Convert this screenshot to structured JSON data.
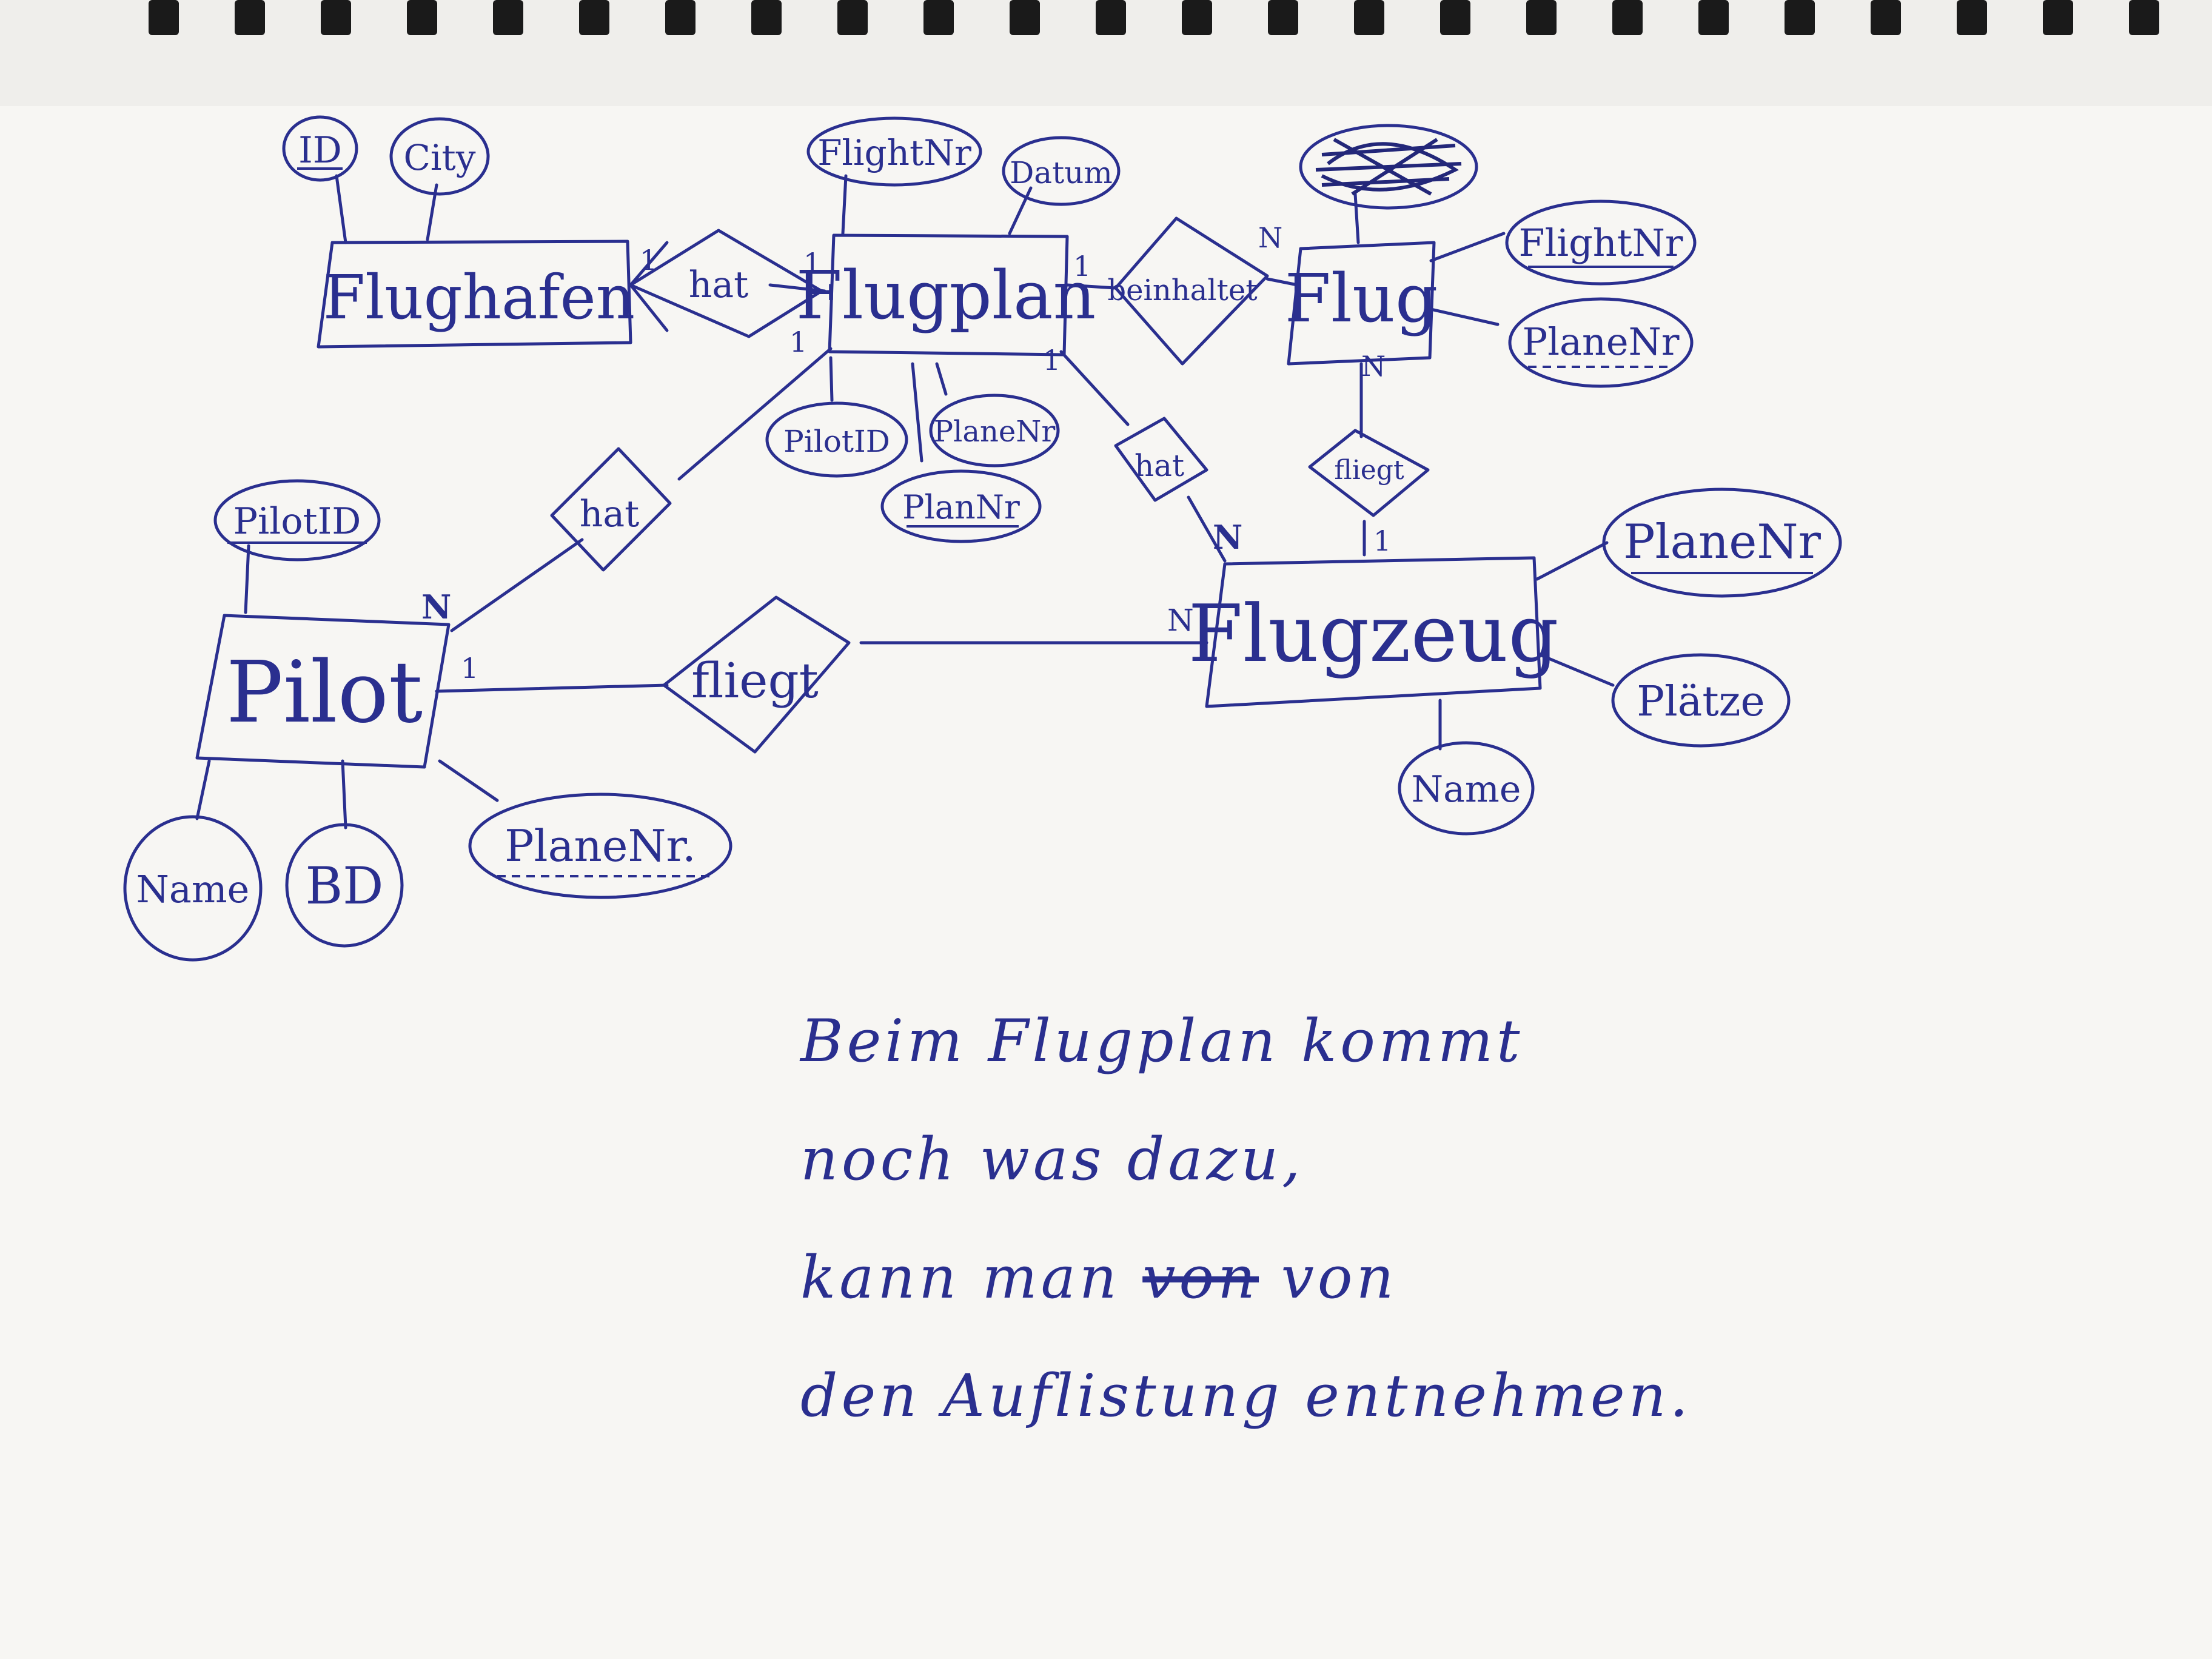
{
  "entities": [
    {
      "id": "flughafen",
      "label": "Flughafen"
    },
    {
      "id": "flugplan",
      "label": "Flugplan"
    },
    {
      "id": "flug",
      "label": "Flug"
    },
    {
      "id": "pilot",
      "label": "Pilot"
    },
    {
      "id": "flugzeug",
      "label": "Flugzeug"
    }
  ],
  "attributes": [
    {
      "id": "fh-id",
      "label": "ID",
      "key": "underline"
    },
    {
      "id": "fh-city",
      "label": "City",
      "key": "none"
    },
    {
      "id": "fp-flightnr",
      "label": "FlightNr",
      "key": "none"
    },
    {
      "id": "fp-datum",
      "label": "Datum",
      "key": "none"
    },
    {
      "id": "fp-pilotid",
      "label": "PilotID",
      "key": "none"
    },
    {
      "id": "fp-planenr",
      "label": "PlaneNr",
      "key": "none"
    },
    {
      "id": "fp-plannr",
      "label": "PlanNr",
      "key": "underline"
    },
    {
      "id": "fl-flightnr",
      "label": "FlightNr",
      "key": "underline"
    },
    {
      "id": "fl-planenr",
      "label": "PlaneNr",
      "key": "dashed"
    },
    {
      "id": "pi-pilotid",
      "label": "PilotID",
      "key": "underline"
    },
    {
      "id": "pi-name",
      "label": "Name",
      "key": "none"
    },
    {
      "id": "pi-bd",
      "label": "BD",
      "key": "none"
    },
    {
      "id": "pi-planenr",
      "label": "PlaneNr.",
      "key": "dashed"
    },
    {
      "id": "fz-planenr",
      "label": "PlaneNr",
      "key": "underline"
    },
    {
      "id": "fz-plaetze",
      "label": "Plätze",
      "key": "none"
    },
    {
      "id": "fz-name",
      "label": "Name",
      "key": "none"
    }
  ],
  "relationships": [
    {
      "id": "r-hat-1",
      "label": "hat"
    },
    {
      "id": "r-beinhaltet",
      "label": "beinhaltet"
    },
    {
      "id": "r-hat-2",
      "label": "hat"
    },
    {
      "id": "r-fliegt-1",
      "label": "fliegt"
    },
    {
      "id": "r-hat-3",
      "label": "hat"
    },
    {
      "id": "r-fliegt-2",
      "label": "fliegt"
    }
  ],
  "cardinalities": [
    {
      "id": "c1",
      "label": "1"
    },
    {
      "id": "c2",
      "label": "1"
    },
    {
      "id": "c3",
      "label": "1"
    },
    {
      "id": "c4",
      "label": "N"
    },
    {
      "id": "c5",
      "label": "N"
    },
    {
      "id": "c6",
      "label": "1"
    },
    {
      "id": "c7",
      "label": "1"
    },
    {
      "id": "c8",
      "label": "N"
    },
    {
      "id": "c9",
      "label": "1"
    },
    {
      "id": "c10",
      "label": "N"
    },
    {
      "id": "c11",
      "label": "1"
    },
    {
      "id": "c12",
      "label": "N"
    }
  ],
  "notes": {
    "line1": "Beim Flugplan kommt",
    "line2": "noch was dazu,",
    "line3_a": "kann man",
    "line3_struck": "von",
    "line3_b": "von",
    "line4": "den Auflistung entnehmen."
  },
  "colors": {
    "ink": "#2a2f8f",
    "paper": "#f7f6f3",
    "binding": "#1a1a1a"
  }
}
